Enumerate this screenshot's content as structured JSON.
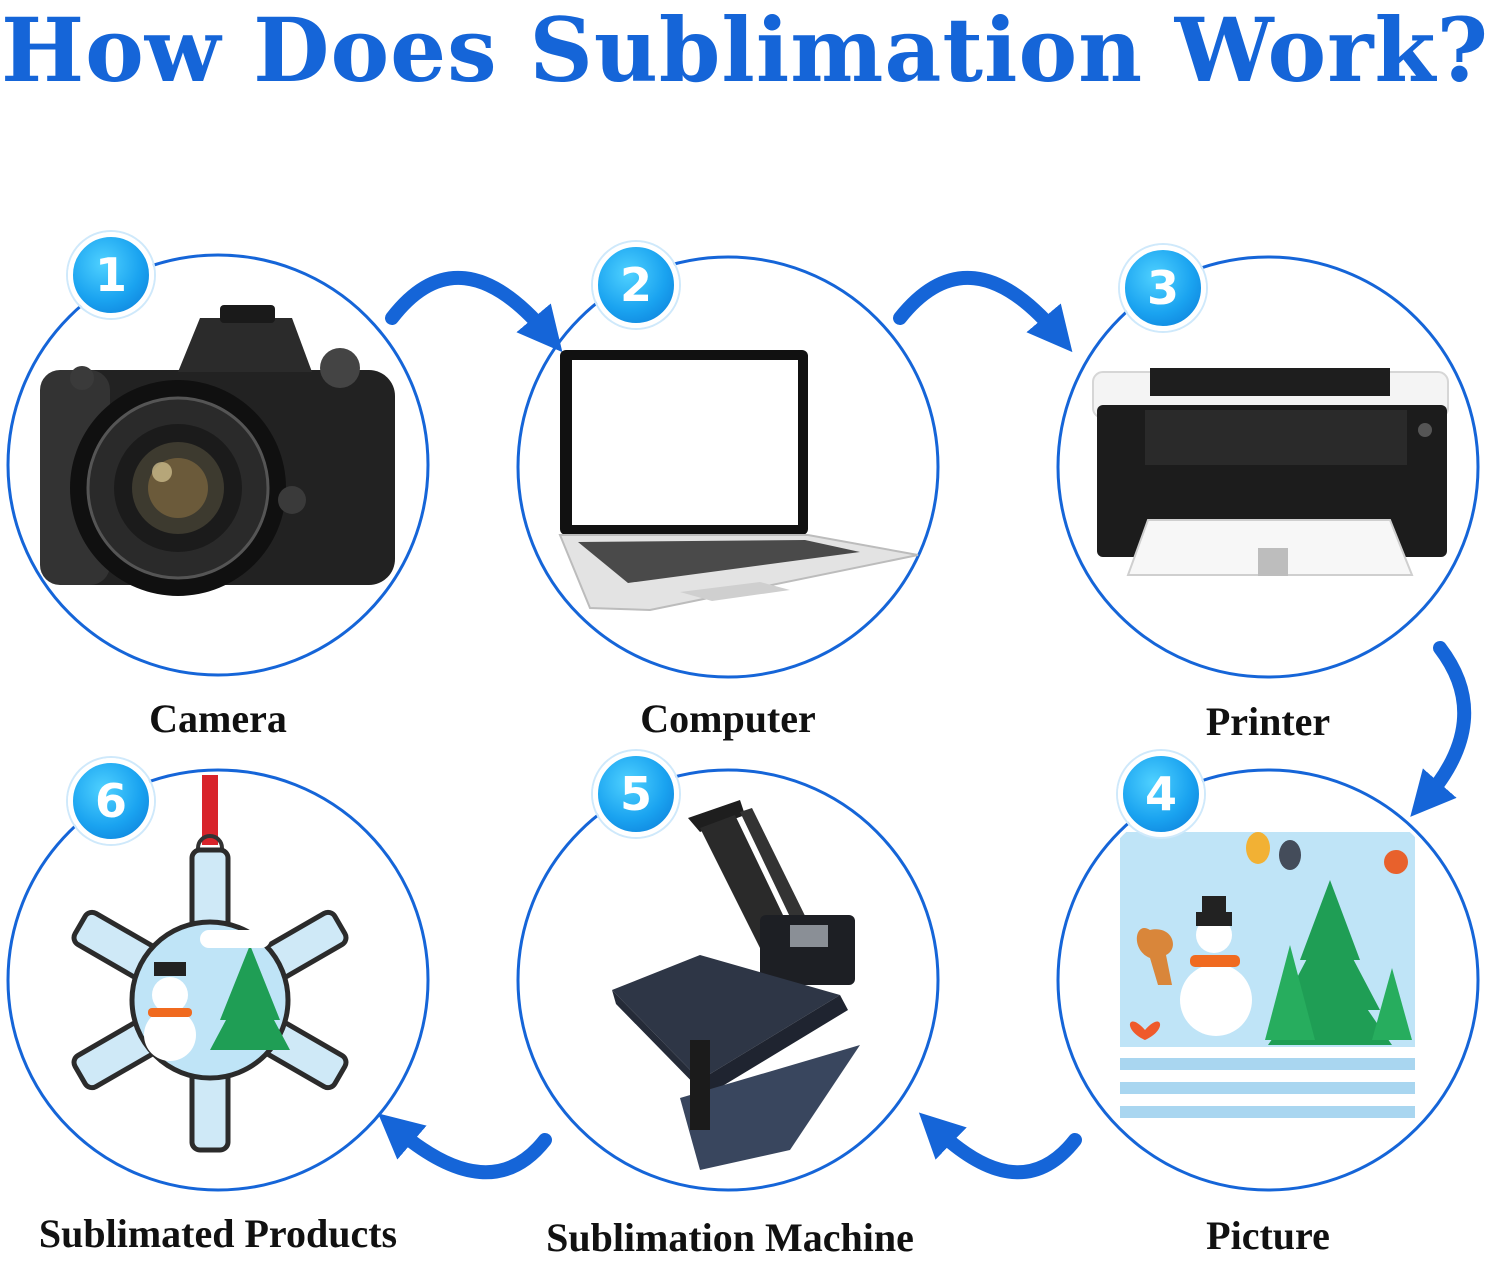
{
  "title": "How Does Sublimation Work?",
  "accent_color": "#1565d8",
  "steps": [
    {
      "number": "1",
      "label": "Camera",
      "icon": "camera-icon"
    },
    {
      "number": "2",
      "label": "Computer",
      "icon": "laptop-icon"
    },
    {
      "number": "3",
      "label": "Printer",
      "icon": "printer-icon"
    },
    {
      "number": "4",
      "label": "Picture",
      "icon": "christmas-picture-icon"
    },
    {
      "number": "5",
      "label": "Sublimation Machine",
      "icon": "heat-press-icon"
    },
    {
      "number": "6",
      "label": "Sublimated Products",
      "icon": "snowflake-ornament-icon"
    }
  ]
}
